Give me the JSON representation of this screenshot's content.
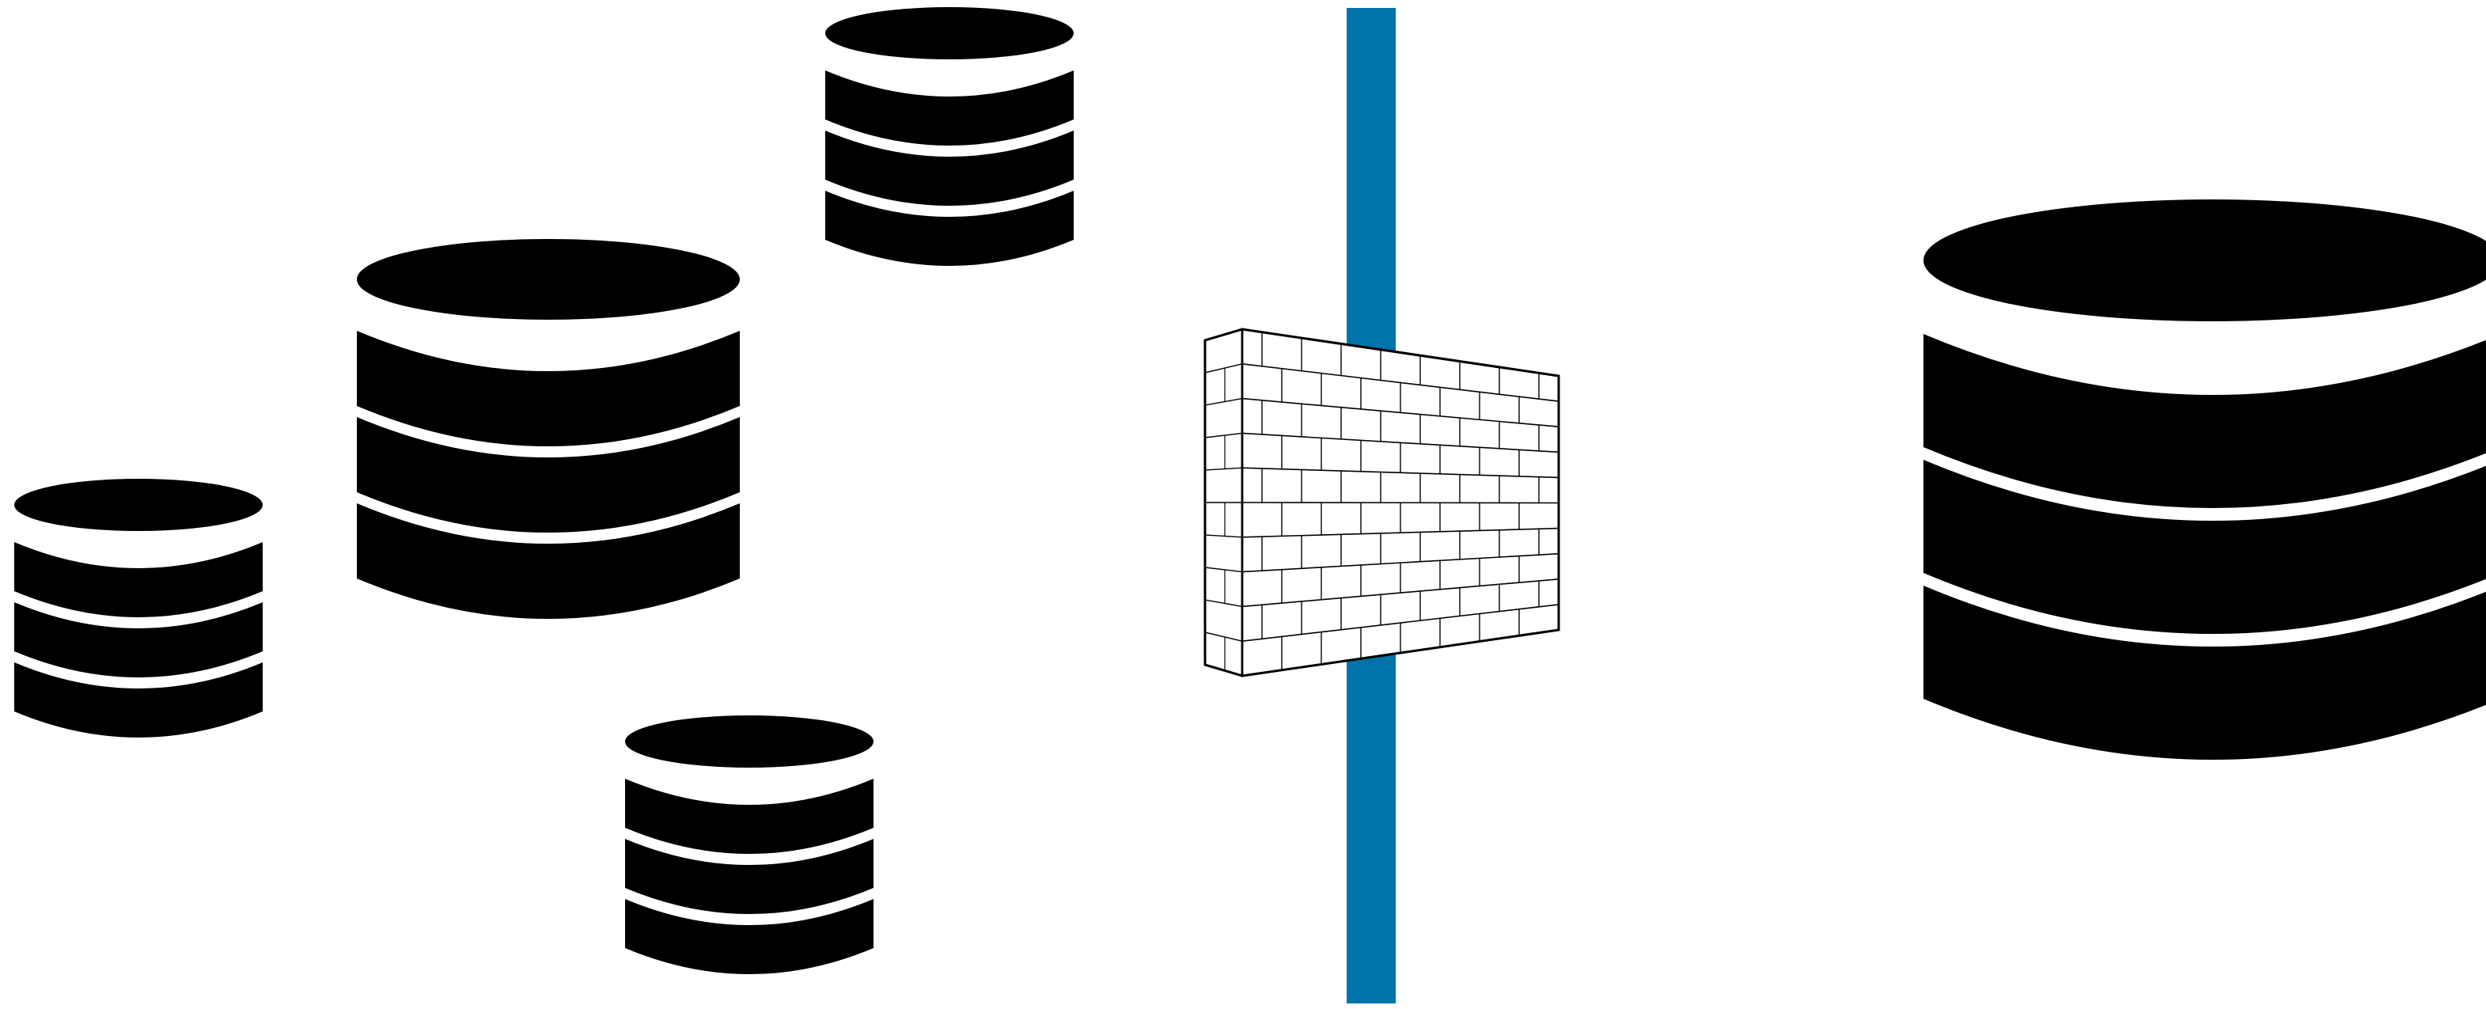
{
  "diagram": {
    "background_color": "#ffffff",
    "database_color": "#000000",
    "network_line_color": "#0073aa",
    "firewall_stroke_color": "#000000",
    "firewall_fill_color": "#ffffff",
    "elements": [
      {
        "name": "database-icon",
        "side": "internal"
      },
      {
        "name": "database-icon",
        "side": "internal"
      },
      {
        "name": "database-icon",
        "side": "internal"
      },
      {
        "name": "database-icon",
        "side": "internal"
      },
      {
        "name": "firewall-icon",
        "side": "boundary"
      },
      {
        "name": "database-icon",
        "side": "external"
      }
    ]
  }
}
